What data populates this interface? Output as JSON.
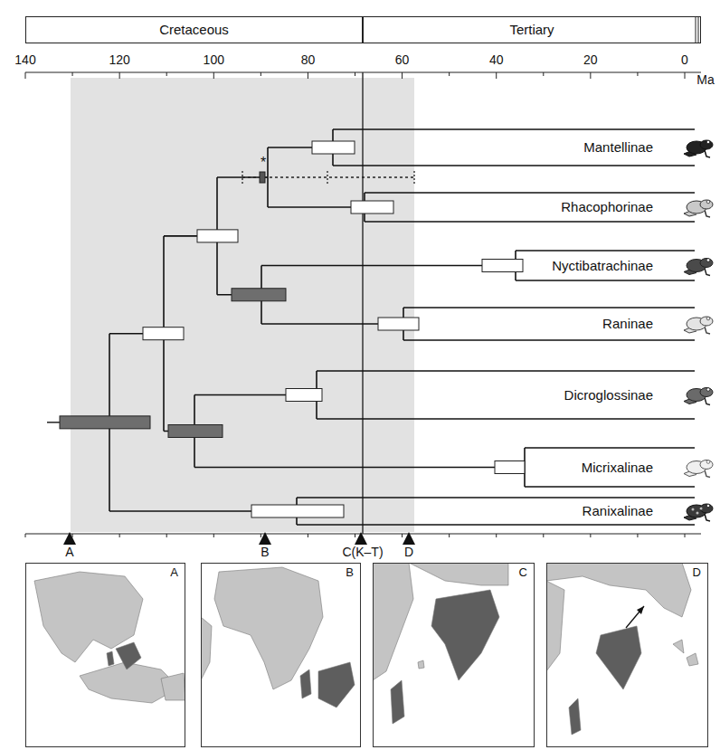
{
  "diagram": {
    "nodes": [
      {
        "text": [
          "Cretaceous"
        ]
      },
      {
        "text": [
          "Tertiary"
        ]
      },
      {
        "text": [
          "A"
        ]
      },
      {
        "text": [
          "B"
        ]
      },
      {
        "text": [
          "C"
        ]
      },
      {
        "text": [
          "D"
        ]
      }
    ],
    "labels": [
      "140",
      "120",
      "100",
      "80",
      "60",
      "40",
      "20",
      "0",
      "Ma",
      "Mantellinae",
      "Rhacophorinae",
      "Nyctibatrachinae",
      "Raninae",
      "Dicroglossinae",
      "Micrixalinae",
      "Ranixalinae",
      "*",
      "A",
      "B",
      "C(K–T)",
      "D"
    ]
  }
}
